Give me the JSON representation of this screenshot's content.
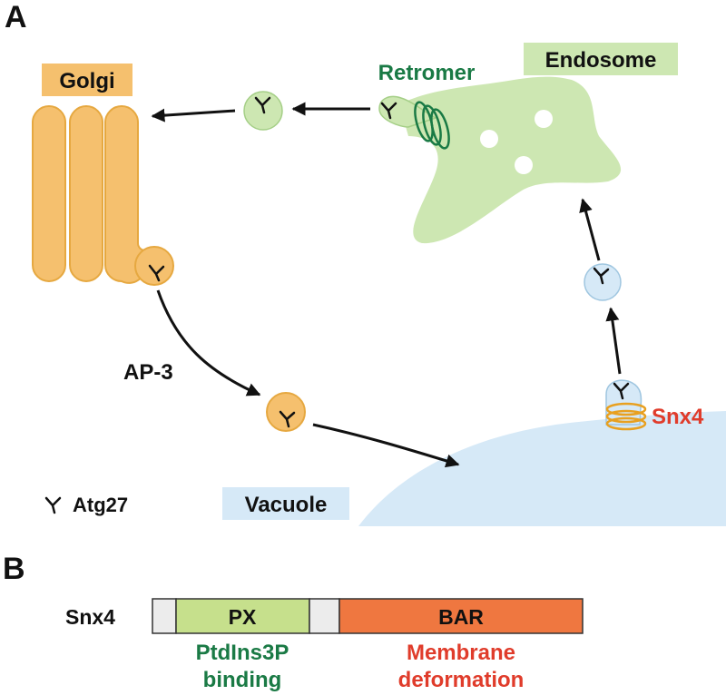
{
  "panel_a": {
    "letter": "A",
    "golgi": {
      "label": "Golgi"
    },
    "endosome": {
      "label": "Endosome"
    },
    "retromer": {
      "label": "Retromer"
    },
    "snx4": {
      "label": "Snx4"
    },
    "ap3": {
      "label": "AP-3"
    },
    "vacuole": {
      "label": "Vacuole"
    },
    "legend": {
      "label": "Atg27"
    }
  },
  "panel_b": {
    "letter": "B",
    "protein": "Snx4",
    "domains": [
      {
        "name": "PX",
        "function_line1": "PtdIns3P",
        "function_line2": "binding"
      },
      {
        "name": "BAR",
        "function_line1": "Membrane",
        "function_line2": "deformation"
      }
    ]
  },
  "colors": {
    "golgi_fill": "#f5c06e",
    "golgi_stroke": "#e6a840",
    "golgi_label_bg": "#f5c06e",
    "endosome_fill": "#cde7b2",
    "endosome_label_bg": "#cde7b2",
    "vacuole_fill": "#d6e9f7",
    "retromer_color": "#1a7a45",
    "snx4_color": "#e03c2b",
    "snx4_coil": "#e8a020",
    "px_fill": "#c6e08c",
    "bar_fill": "#ef7740",
    "linker_fill": "#ececec",
    "ptdins_text": "#1a7a45",
    "membrane_text": "#e03c2b"
  }
}
